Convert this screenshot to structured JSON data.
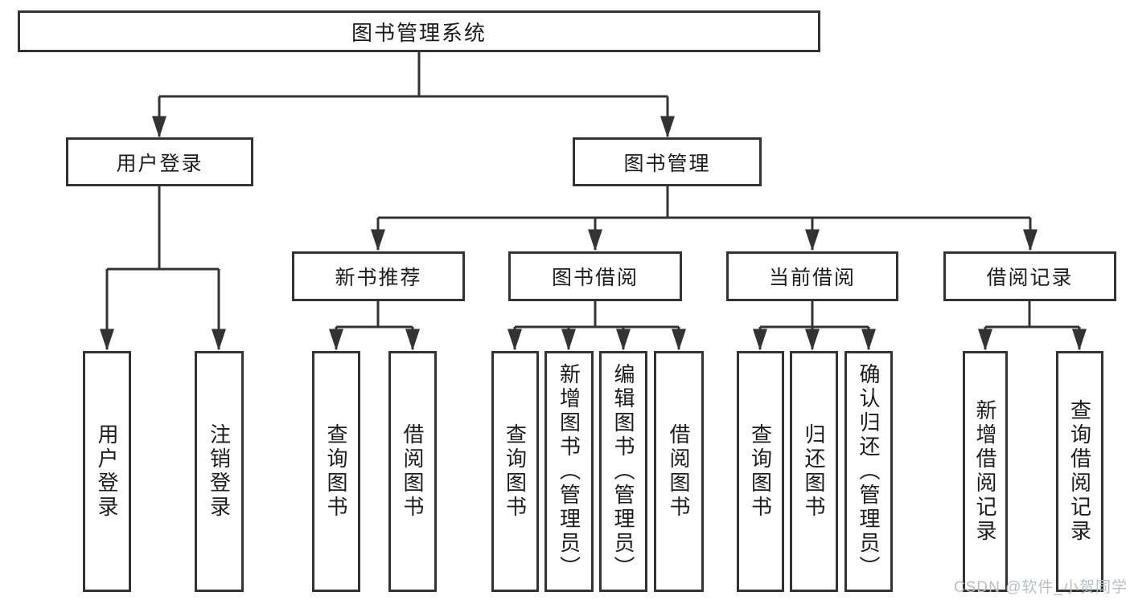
{
  "diagram": {
    "type": "hierarchy-tree",
    "colors": {
      "line": "#333333",
      "box_border": "#333333",
      "text": "#1c1c1c",
      "background": "#ffffff",
      "watermark": "#b9bec4"
    },
    "tree": {
      "label": "图书管理系统",
      "children": [
        {
          "label": "用户登录",
          "children": [
            {
              "label": "用户登录"
            },
            {
              "label": "注销登录"
            }
          ]
        },
        {
          "label": "图书管理",
          "children": [
            {
              "label": "新书推荐",
              "children": [
                {
                  "label": "查询图书"
                },
                {
                  "label": "借阅图书"
                }
              ]
            },
            {
              "label": "图书借阅",
              "children": [
                {
                  "label": "查询图书"
                },
                {
                  "label": "新增图书（管理员）"
                },
                {
                  "label": "编辑图书（管理员）"
                },
                {
                  "label": "借阅图书"
                }
              ]
            },
            {
              "label": "当前借阅",
              "children": [
                {
                  "label": "查询图书"
                },
                {
                  "label": "归还图书"
                },
                {
                  "label": "确认归还（管理员）"
                }
              ]
            },
            {
              "label": "借阅记录",
              "children": [
                {
                  "label": "新增借阅记录"
                },
                {
                  "label": "查询借阅记录"
                }
              ]
            }
          ]
        }
      ]
    },
    "watermark": {
      "text": "CSDN @软件_小贺同学"
    }
  }
}
